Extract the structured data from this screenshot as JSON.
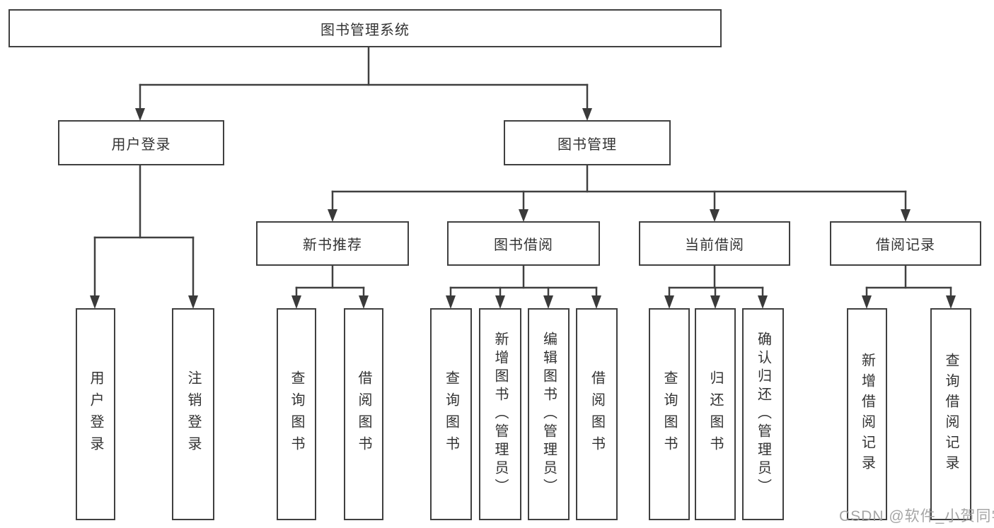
{
  "diagram_title": "图书管理系统",
  "tree": {
    "root": {
      "label": "图书管理系统"
    },
    "branches": [
      {
        "label": "用户登录",
        "children": [
          {
            "label": "用户登录"
          },
          {
            "label": "注销登录"
          }
        ]
      },
      {
        "label": "图书管理",
        "children": [
          {
            "label": "新书推荐",
            "children": [
              {
                "label": "查询图书"
              },
              {
                "label": "借阅图书"
              }
            ]
          },
          {
            "label": "图书借阅",
            "children": [
              {
                "label": "查询图书"
              },
              {
                "label": "新增图书（管理员）"
              },
              {
                "label": "编辑图书（管理员）"
              },
              {
                "label": "借阅图书"
              }
            ]
          },
          {
            "label": "当前借阅",
            "children": [
              {
                "label": "查询图书"
              },
              {
                "label": "归还图书"
              },
              {
                "label": "确认归还（管理员）"
              }
            ]
          },
          {
            "label": "借阅记录",
            "children": [
              {
                "label": "新增借阅记录"
              },
              {
                "label": "查询借阅记录"
              }
            ]
          }
        ]
      }
    ]
  },
  "watermark": {
    "text": "CSDN @软件_小贺同学"
  },
  "colors": {
    "line": "#404040",
    "text": "#333333",
    "background": "#ffffff",
    "watermark": "#9c9c9c"
  }
}
